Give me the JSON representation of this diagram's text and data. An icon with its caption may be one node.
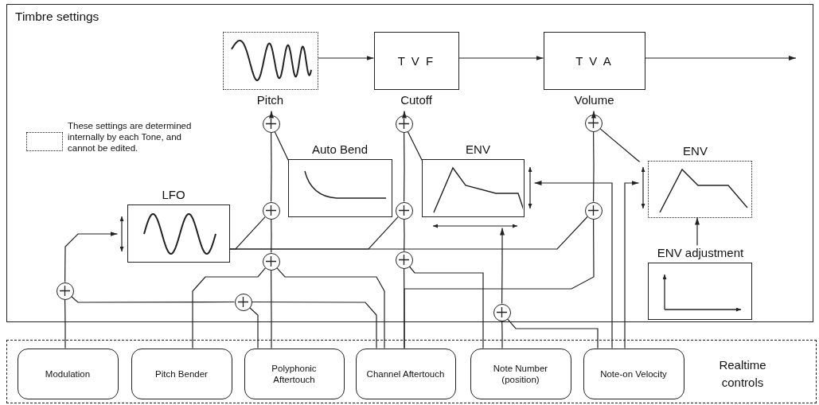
{
  "diagram": {
    "nodes": [
      {
        "text": [
          "Timbre settings"
        ]
      },
      {
        "text": [
          "Pitch"
        ],
        "in": 0
      },
      {
        "text": [
          "T V F",
          "Cutoff"
        ],
        "in": 0
      },
      {
        "text": [
          "T V A",
          "Volume"
        ],
        "in": 0
      },
      {
        "text": [],
        "shape": "circle",
        "in": 0
      },
      {
        "text": [],
        "shape": "circle",
        "in": 0
      },
      {
        "text": [],
        "shape": "circle",
        "in": 0
      },
      {
        "text": [
          "Auto Bend"
        ],
        "in": 0
      },
      {
        "text": [
          "ENV"
        ],
        "in": 0
      },
      {
        "text": [
          "ENV"
        ],
        "in": 0
      },
      {
        "text": [
          "LFO"
        ],
        "in": 0
      },
      {
        "text": [],
        "shape": "circle",
        "in": 0
      },
      {
        "text": [],
        "shape": "circle",
        "in": 0
      },
      {
        "text": [],
        "shape": "circle",
        "in": 0
      },
      {
        "text": [
          "ENV adjustment"
        ],
        "in": 0
      },
      {
        "text": [],
        "shape": "circle",
        "in": 0
      },
      {
        "text": [],
        "shape": "circle",
        "in": 0
      },
      {
        "text": [],
        "shape": "circle",
        "in": 0
      },
      {
        "text": [],
        "shape": "circle",
        "in": 0
      },
      {
        "text": [],
        "shape": "circle",
        "in": 0
      },
      {
        "text": [
          "Realtime controls"
        ]
      },
      {
        "text": [
          "Modulation"
        ],
        "in": 20
      },
      {
        "text": [
          "Pitch Bender"
        ],
        "in": 20
      },
      {
        "text": [
          "Polyphonic Aftertouch"
        ],
        "in": 20
      },
      {
        "text": [
          "Channel Aftertouch"
        ],
        "in": 20
      },
      {
        "text": [
          "Note Number (position)"
        ],
        "in": 20
      },
      {
        "text": [
          "Note-on Velocity"
        ],
        "in": 20
      }
    ],
    "edges": [
      {
        "from": 1,
        "to": 2,
        "arrow": "to"
      },
      {
        "from": 2,
        "to": 3,
        "arrow": "to"
      },
      {
        "from": 3,
        "to": null,
        "arrow": "to"
      },
      {
        "from": 4,
        "to": 1,
        "arrow": "to"
      },
      {
        "from": 5,
        "to": 2,
        "arrow": "to"
      },
      {
        "from": 6,
        "to": 3,
        "arrow": "to"
      },
      {
        "from": 7,
        "to": 4,
        "arrow": "none"
      },
      {
        "from": 8,
        "to": 5,
        "arrow": "none"
      },
      {
        "from": 9,
        "to": 6,
        "arrow": "none"
      },
      {
        "from": 11,
        "to": 4,
        "arrow": "none"
      },
      {
        "from": 12,
        "to": 5,
        "arrow": "none"
      },
      {
        "from": 13,
        "to": 6,
        "arrow": "none"
      },
      {
        "from": 10,
        "to": 11,
        "arrow": "none"
      },
      {
        "from": 10,
        "to": 12,
        "arrow": "none"
      },
      {
        "from": 10,
        "to": 13,
        "arrow": "none"
      },
      {
        "from": 15,
        "to": 11,
        "arrow": "none"
      },
      {
        "from": 16,
        "to": 12,
        "arrow": "none"
      },
      {
        "from": 22,
        "to": 15,
        "arrow": "none"
      },
      {
        "from": 24,
        "to": 15,
        "arrow": "none"
      },
      {
        "from": 23,
        "to": 15,
        "arrow": "none"
      },
      {
        "from": 24,
        "to": 16,
        "arrow": "none"
      },
      {
        "from": 25,
        "to": 16,
        "arrow": "none"
      },
      {
        "from": 24,
        "to": 13,
        "arrow": "none"
      },
      {
        "from": 21,
        "to": 17,
        "arrow": "none"
      },
      {
        "from": 17,
        "to": 10,
        "arrow": "to"
      },
      {
        "from": 18,
        "to": 17,
        "arrow": "none"
      },
      {
        "from": 23,
        "to": 18,
        "arrow": "none"
      },
      {
        "from": 24,
        "to": 18,
        "arrow": "none"
      },
      {
        "from": 25,
        "to": 19,
        "arrow": "none"
      },
      {
        "from": 26,
        "to": 19,
        "arrow": "none"
      },
      {
        "from": 19,
        "to": 8,
        "arrow": "to"
      },
      {
        "from": 26,
        "to": 8,
        "arrow": "to"
      },
      {
        "from": 26,
        "to": 9,
        "arrow": "to"
      },
      {
        "from": 14,
        "to": 9,
        "arrow": "to"
      }
    ],
    "legend": [
      {
        "text": "These settings are determined internally by each Tone, and cannot be edited."
      }
    ]
  }
}
